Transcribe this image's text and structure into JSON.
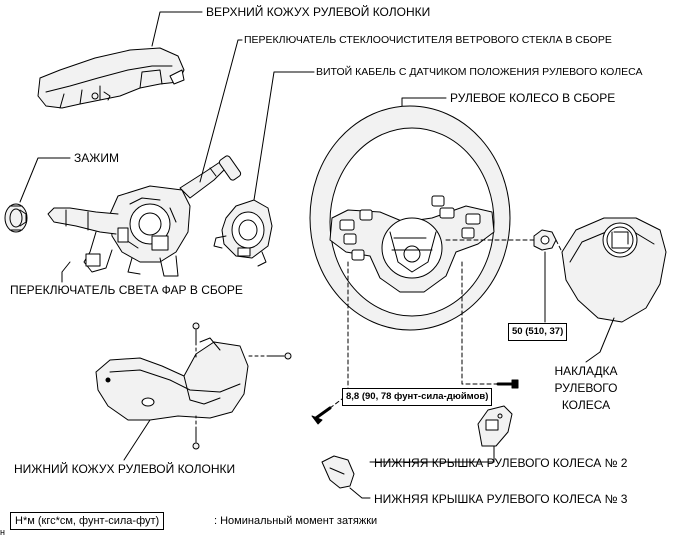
{
  "labels": {
    "upper_cover": "ВЕРХНИЙ КОЖУХ РУЛЕВОЙ КОЛОНКИ",
    "wiper_switch": "ПЕРЕКЛЮЧАТЕЛЬ СТЕКЛООЧИСТИТЕЛЯ ВЕТРОВОГО СТЕКЛА В СБОРЕ",
    "spiral_cable": "ВИТОЙ КАБЕЛЬ С ДАТЧИКОМ ПОЛОЖЕНИЯ РУЛЕВОГО КОЛЕСА",
    "steering_wheel": "РУЛЕВОЕ КОЛЕСО В СБОРЕ",
    "clamp": "ЗАЖИМ",
    "headlight_switch": "ПЕРЕКЛЮЧАТЕЛЬ СВЕТА ФАР В СБОРЕ",
    "pad_line1": "НАКЛАДКА",
    "pad_line2": "РУЛЕВОГО",
    "pad_line3": "КОЛЕСА",
    "lower_cover": "НИЖНИЙ КОЖУХ РУЛЕВОЙ КОЛОНКИ",
    "lower_wheel_cover_2": "НИЖНЯЯ КРЫШКА РУЛЕВОГО КОЛЕСА № 2",
    "lower_wheel_cover_3": "НИЖНЯЯ КРЫШКА РУЛЕВОГО КОЛЕСА № 3"
  },
  "torque": {
    "nut": "50 (510, 37)",
    "bolt": "8,8 (90, 78 фунт-сила-дюймов)"
  },
  "legend": {
    "unit": "Н*м (кгс*см, фунт-сила-фут)",
    "text": ": Номинальный момент затяжки"
  },
  "corner_mark": "н",
  "colors": {
    "ink": "#000000",
    "paper": "#ffffff",
    "fill_light": "#eeeeee"
  }
}
